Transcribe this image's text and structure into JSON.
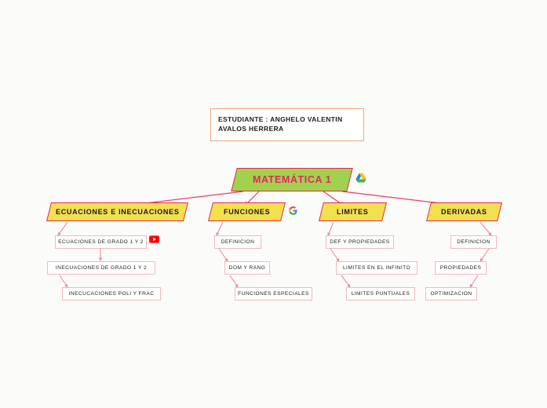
{
  "header": {
    "student_label": "ESTUDIANTE : ANGHELO VALENTIN AVALOS HERRERA"
  },
  "root": {
    "label": "MATEMÁTICA 1",
    "icon": "google-drive-icon",
    "fill": "#a0d24e",
    "border": "#e8245c",
    "text_color": "#e8245c"
  },
  "branches": [
    {
      "label": "ECUACIONES E INECUACIONES",
      "icon": null,
      "leaves": [
        {
          "label": "ECUACIONES DE GRADO 1 Y 2",
          "icon": "youtube-icon"
        },
        {
          "label": "INECUACIONES DE GRADO 1 Y 2",
          "icon": null
        },
        {
          "label": "INECUCACIONES POLI Y FRAC",
          "icon": null
        }
      ]
    },
    {
      "label": "FUNCIONES",
      "icon": "google-icon",
      "leaves": [
        {
          "label": "DEFINICION",
          "icon": null
        },
        {
          "label": "DOM Y RANG",
          "icon": null
        },
        {
          "label": "FUNCIONES ESPECIALES",
          "icon": null
        }
      ]
    },
    {
      "label": "LIMITES",
      "icon": null,
      "leaves": [
        {
          "label": "DEF Y PROPIEDADES",
          "icon": null
        },
        {
          "label": "LIMITES EN EL INFINITO",
          "icon": null
        },
        {
          "label": "LIMITES PUNTUALES",
          "icon": null
        }
      ]
    },
    {
      "label": "DERIVADAS",
      "icon": null,
      "leaves": [
        {
          "label": "DEFINICION",
          "icon": null
        },
        {
          "label": "PROPIEDADES",
          "icon": null
        },
        {
          "label": "OPTIMIZACION",
          "icon": null
        }
      ]
    }
  ],
  "colors": {
    "background": "#fbfbfa",
    "branch_fill": "#f2e04e",
    "node_border": "#e8245c",
    "leaf_border": "#f6b6bd",
    "connector": "#ef3a63",
    "leaf_connector": "#f08a9c",
    "header_border": "#f0a875"
  }
}
